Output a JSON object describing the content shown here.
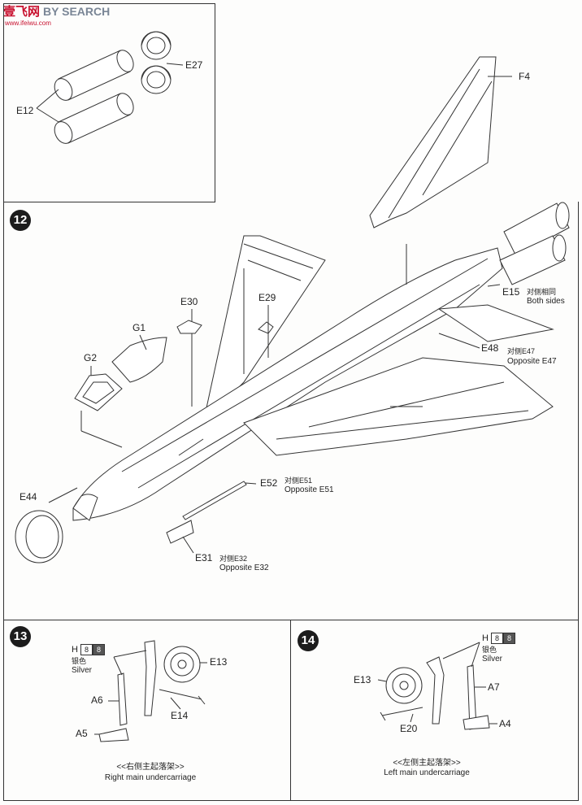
{
  "watermark": {
    "logo": "壹飞网",
    "title": "BY SEARCH",
    "url": "www.ifeiwu.com"
  },
  "inset": {
    "labels": {
      "e12": "E12",
      "e27": "E27"
    }
  },
  "step12": {
    "number": "12",
    "parts": {
      "f4": "F4",
      "e29": "E29",
      "e30": "E30",
      "g1": "G1",
      "g2": "G2",
      "e44": "E44",
      "e15": "E15",
      "e48": "E48",
      "e52": "E52",
      "e31": "E31"
    },
    "notes": {
      "e15_cn": "对侧相同",
      "e15_en": "Both sides",
      "e48_cn": "对侧E47",
      "e48_en": "Opposite E47",
      "e52_cn": "对侧E51",
      "e52_en": "Opposite E51",
      "e31_cn": "对侧E32",
      "e31_en": "Opposite E32"
    }
  },
  "step13": {
    "number": "13",
    "paint": {
      "code": "H",
      "chip1": "8",
      "chip2": "8",
      "cn": "银色",
      "en": "Silver"
    },
    "parts": {
      "e13": "E13",
      "a6": "A6",
      "e14": "E14",
      "a5": "A5"
    },
    "caption_cn": "<<右侧主起落架>>",
    "caption_en": "Right main undercarriage"
  },
  "step14": {
    "number": "14",
    "paint": {
      "code": "H",
      "chip1": "8",
      "chip2": "8",
      "cn": "银色",
      "en": "Silver"
    },
    "parts": {
      "e13": "E13",
      "a7": "A7",
      "a4": "A4",
      "e20": "E20"
    },
    "caption_cn": "<<左侧主起落架>>",
    "caption_en": "Left main undercarriage"
  }
}
